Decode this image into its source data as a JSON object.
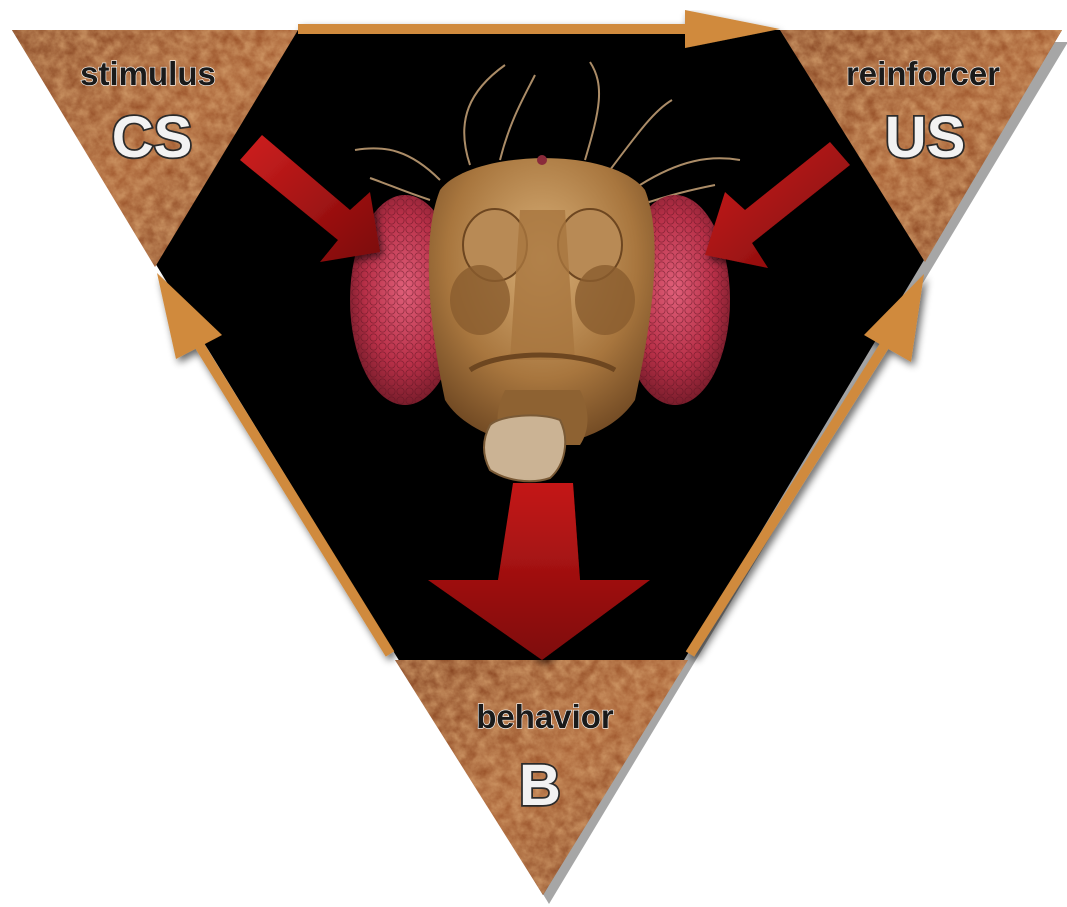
{
  "nodes": {
    "stimulus": {
      "name": "stimulus",
      "symbol": "CS"
    },
    "reinforcer": {
      "name": "reinforcer",
      "symbol": "US"
    },
    "behavior": {
      "name": "behavior",
      "symbol": "B"
    }
  },
  "central_image": "fruit-fly-head",
  "colors": {
    "background": "#ffffff",
    "center_field": "#000000",
    "corner_texture": "#b8632c",
    "edge_arrow": "#d08a3c",
    "influence_arrow": "#a81414",
    "fly_eye": "#c43a4a",
    "fly_head": "#b9854a"
  }
}
